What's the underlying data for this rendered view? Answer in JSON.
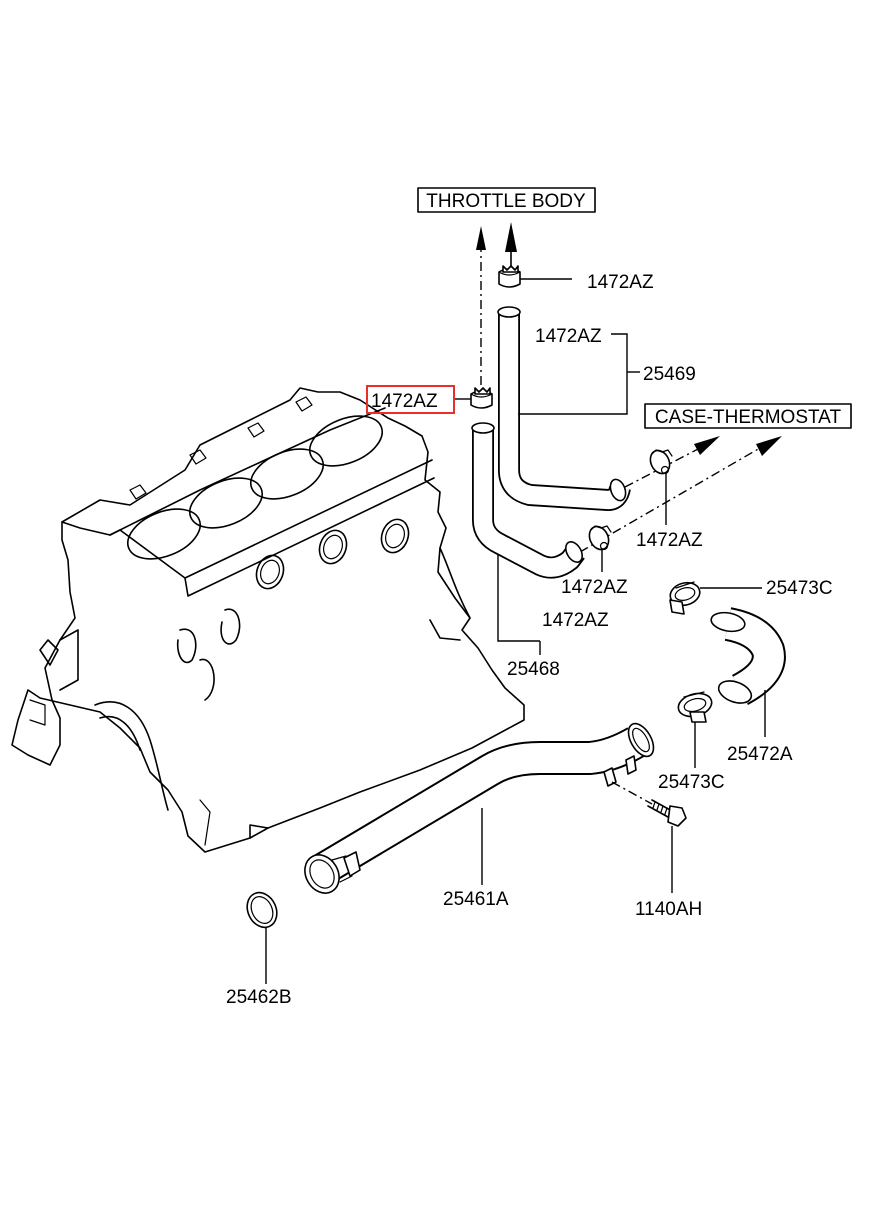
{
  "callouts": {
    "throttle_body": "THROTTLE BODY",
    "case_thermostat": "CASE-THERMOSTAT"
  },
  "parts": {
    "clamp_top": "1472AZ",
    "clamp_upper_hose": "1472AZ",
    "clamp_highlighted": "1472AZ",
    "hose_upper": "25469",
    "clamp_right_upper": "1472AZ",
    "clamp_right_lower": "1472AZ",
    "clamp_lower_hose": "1472AZ",
    "hose_lower": "25468",
    "clamp_25473c_top": "25473C",
    "hose_25472a": "25472A",
    "clamp_25473c_bottom": "25473C",
    "pipe_25461a": "25461A",
    "bolt_1140ah": "1140AH",
    "oring_25462b": "25462B"
  },
  "highlight": {
    "part": "1472AZ",
    "color": "#e8302a"
  }
}
